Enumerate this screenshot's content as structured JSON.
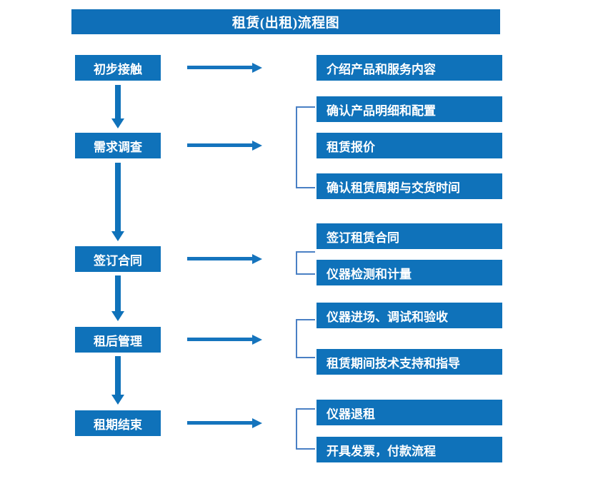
{
  "diagram": {
    "title": "租赁(出租)流程图",
    "colors": {
      "box_blue": "#0f72ba",
      "title_blue": "#0f6fb8",
      "arrow_blue": "#1574bd",
      "bracket_blue": "#4a80c4",
      "text_white": "#ffffff",
      "background": "#ffffff"
    },
    "stages": [
      {
        "label": "初步接触"
      },
      {
        "label": "需求调查"
      },
      {
        "label": "签订合同"
      },
      {
        "label": "租后管理"
      },
      {
        "label": "租期结束"
      }
    ],
    "details": [
      {
        "label": "介绍产品和服务内容"
      },
      {
        "label": "确认产品明细和配置"
      },
      {
        "label": "租赁报价"
      },
      {
        "label": "确认租赁周期与交货时间"
      },
      {
        "label": "签订租赁合同"
      },
      {
        "label": "仪器检测和计量"
      },
      {
        "label": "仪器进场、调试和验收"
      },
      {
        "label": "租赁期间技术支持和指导"
      },
      {
        "label": "仪器退租"
      },
      {
        "label": "开具发票，付款流程"
      }
    ],
    "flow_arrows": {
      "vertical_count": 4,
      "horizontal_count": 5,
      "bracket_count": 4
    }
  }
}
